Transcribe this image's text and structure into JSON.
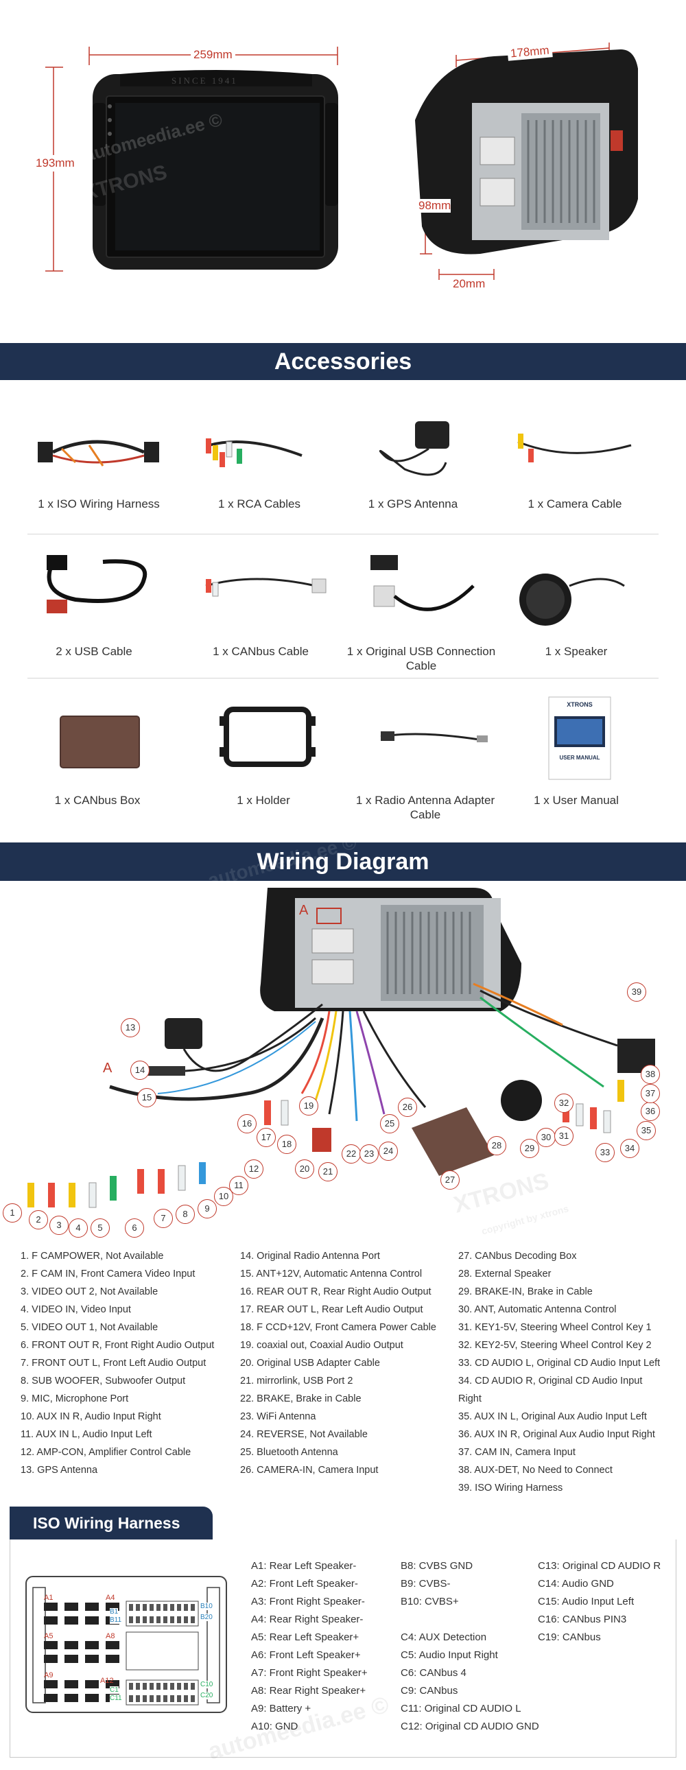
{
  "dimensions": {
    "width_front": "259mm",
    "height_front": "193mm",
    "width_back": "178mm",
    "height_back": "98mm",
    "depth_back": "20mm",
    "bezel_text": "SINCE 1941"
  },
  "watermarks": {
    "site": "automeedia.ee ©",
    "brand": "XTRONS",
    "copyright": "copyright by xtrons"
  },
  "accessories": {
    "title": "Accessories",
    "items": [
      {
        "label": "1 x ISO Wiring Harness"
      },
      {
        "label": "1 x RCA Cables"
      },
      {
        "label": "1 x GPS Antenna"
      },
      {
        "label": "1 x Camera Cable"
      },
      {
        "label": "2 x USB Cable"
      },
      {
        "label": "1 x CANbus Cable"
      },
      {
        "label": "1 x Original USB Connection Cable"
      },
      {
        "label": "1 x Speaker"
      },
      {
        "label": "1 x CANbus Box"
      },
      {
        "label": "1 x Holder"
      },
      {
        "label": "1 x Radio Antenna Adapter Cable"
      },
      {
        "label": "1 x User Manual"
      }
    ],
    "manual_brand": "XTRONS",
    "manual_title": "USER MANUAL"
  },
  "wiring": {
    "title": "Wiring Diagram",
    "marker_a": "A",
    "col1": [
      "1. F CAMPOWER, Not Available",
      "2. F CAM IN, Front Camera Video Input",
      "3. VIDEO OUT 2, Not Available",
      "4. VIDEO IN, Video Input",
      "5. VIDEO OUT 1, Not Available",
      "6. FRONT OUT R, Front Right Audio Output",
      "7. FRONT OUT L, Front Left Audio Output",
      "8. SUB WOOFER, Subwoofer Output",
      "9. MIC, Microphone Port",
      "10. AUX IN R, Audio Input Right",
      "11. AUX IN L, Audio Input Left",
      "12. AMP-CON, Amplifier Control Cable",
      "13. GPS Antenna"
    ],
    "col2": [
      "14. Original Radio Antenna Port",
      "15. ANT+12V, Automatic Antenna Control",
      "16. REAR OUT R, Rear Right Audio Output",
      "17. REAR OUT L, Rear Left Audio Output",
      "18. F CCD+12V, Front Camera Power Cable",
      "19. coaxial out, Coaxial Audio Output",
      "20. Original USB Adapter Cable",
      "21. mirrorlink, USB Port 2",
      "22. BRAKE, Brake in Cable",
      "23. WiFi Antenna",
      "24. REVERSE, Not Available",
      "25. Bluetooth Antenna",
      "26. CAMERA-IN, Camera Input"
    ],
    "col3": [
      "27. CANbus Decoding Box",
      "28. External Speaker",
      "29. BRAKE-IN, Brake in Cable",
      "30. ANT, Automatic Antenna Control",
      "31. KEY1-5V, Steering Wheel Control Key 1",
      "32. KEY2-5V, Steering Wheel Control Key 2",
      "33. CD AUDIO L, Original CD Audio Input Left",
      "34. CD AUDIO R, Original CD Audio Input",
      "Right",
      "35. AUX IN L, Original Aux Audio Input Left",
      "36. AUX IN R, Original Aux Audio Input Right",
      "37. CAM IN, Camera Input",
      "38. AUX-DET, No Need to Connect",
      "39. ISO Wiring Harness"
    ]
  },
  "iso": {
    "title": "ISO Wiring Harness",
    "pin_labels": [
      "A1",
      "A4",
      "A5",
      "A8",
      "A9",
      "A12",
      "B1",
      "B10",
      "B11",
      "B20",
      "C1",
      "C10",
      "C11",
      "C20"
    ],
    "col1": [
      "A1: Rear Left Speaker-",
      "A2: Front Left Speaker-",
      "A3: Front Right Speaker-",
      "A4: Rear Right Speaker-",
      "A5: Rear Left Speaker+",
      "A6: Front Left Speaker+",
      "A7: Front Right Speaker+",
      "A8: Rear Right Speaker+",
      "A9: Battery +",
      "A10: GND"
    ],
    "col2": [
      "B8: CVBS GND",
      "B9: CVBS-",
      "B10: CVBS+",
      "",
      "C4: AUX Detection",
      "C5: Audio Input Right",
      "C6: CANbus 4",
      "C9: CANbus",
      "C11: Original CD AUDIO L",
      "C12: Original CD AUDIO GND"
    ],
    "col3": [
      "C13: Original CD AUDIO R",
      "C14: Audio GND",
      "C15: Audio Input Left",
      "C16: CANbus PIN3",
      "C19: CANbus"
    ]
  }
}
